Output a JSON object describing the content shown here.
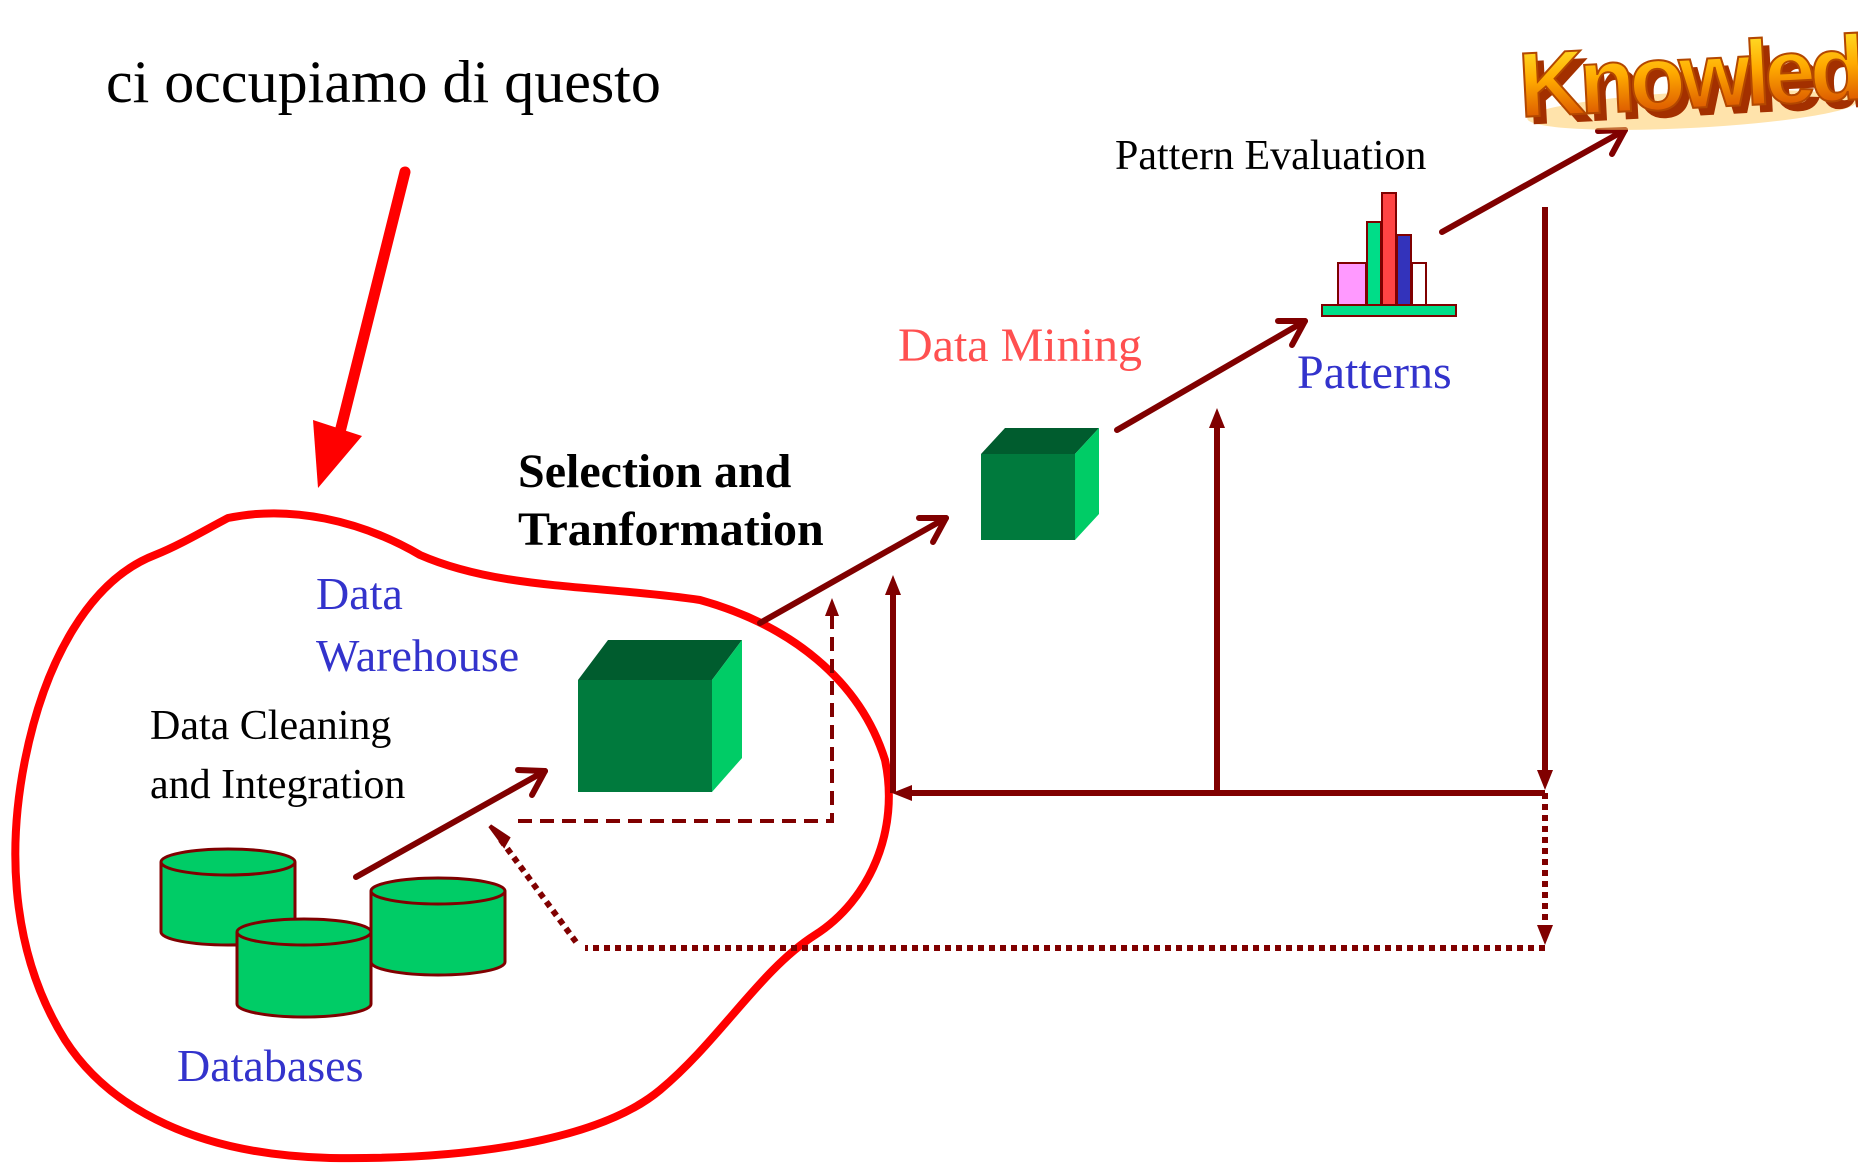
{
  "caption": "ci occupiamo di questo",
  "stages": {
    "databases": "Databases",
    "data_warehouse_line1": "Data",
    "data_warehouse_line2": "Warehouse",
    "cleaning_line1": "Data Cleaning",
    "cleaning_line2": "and Integration",
    "selection_line1": "Selection and",
    "selection_line2": "Tranformation",
    "data_mining": "Data Mining",
    "patterns": "Patterns",
    "pattern_evaluation": "Pattern Evaluation"
  },
  "knowledge_logo": "Knowledge",
  "colors": {
    "highlight_red": "#ff0000",
    "arrow_dark_red": "#800000",
    "cube_green": "#007a3d",
    "cube_side": "#00cc66",
    "db_green": "#00cc66",
    "label_blue": "#3333cc",
    "label_red": "#ff5050"
  }
}
